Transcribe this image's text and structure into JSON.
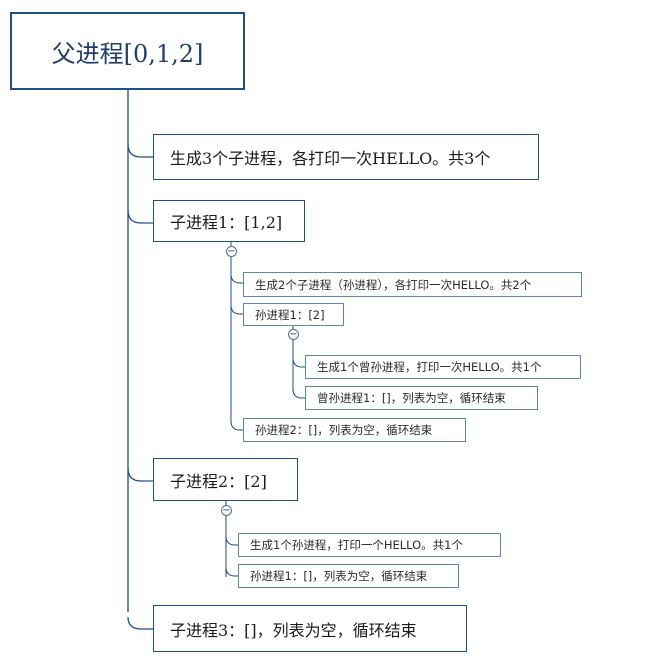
{
  "root": {
    "label": "父进程[0,1,2]"
  },
  "children": [
    {
      "label": "生成3个子进程，各打印一次HELLO。共3个"
    },
    {
      "label": "子进程1：[1,2]",
      "collapse_symbol": "−",
      "children": [
        {
          "label": "生成2个子进程（孙进程），各打印一次HELLO。共2个"
        },
        {
          "label": "孙进程1：[2]",
          "collapse_symbol": "−",
          "children": [
            {
              "label": "生成1个曾孙进程，打印一次HELLO。共1个"
            },
            {
              "label": "曾孙进程1：[]，列表为空，循环结束"
            }
          ]
        },
        {
          "label": "孙进程2：[]，列表为空，循环结束"
        }
      ]
    },
    {
      "label": "子进程2：[2]",
      "collapse_symbol": "−",
      "children": [
        {
          "label": "生成1个孙进程，打印一个HELLO。共1个"
        },
        {
          "label": "孙进程1：[]，列表为空，循环结束"
        }
      ]
    },
    {
      "label": "子进程3：[]，列表为空，循环结束"
    }
  ],
  "colors": {
    "root_border": "#1f4f8a",
    "node_border": "#1f4f8a",
    "leaf_border": "#5e86b4",
    "connector": "#1f4f8a",
    "text": "#1b1b1b"
  }
}
